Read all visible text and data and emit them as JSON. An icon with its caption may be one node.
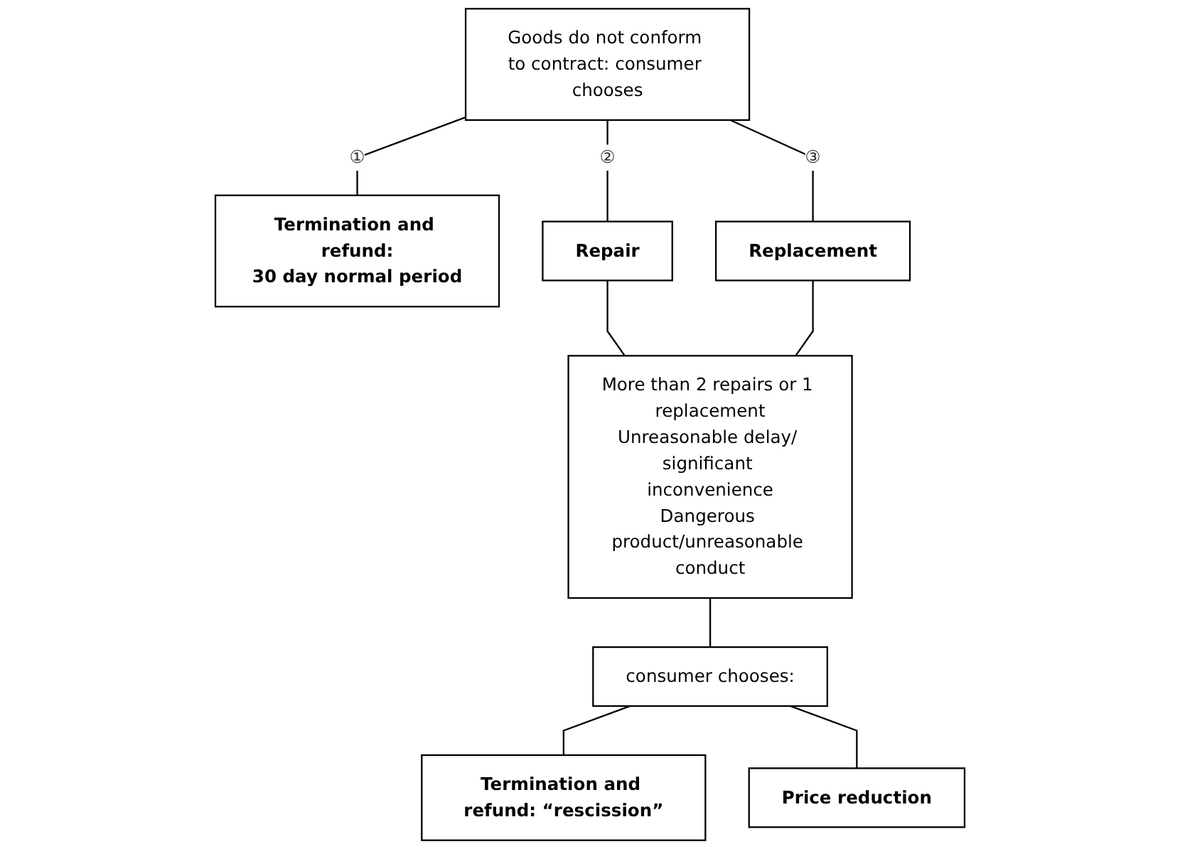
{
  "diagram": {
    "nodes": [
      {
        "text": [
          "Goods do not conform to contract: consumer chooses"
        ]
      },
      {
        "text": [
          "Termination and refund:",
          "30 day normal period"
        ]
      },
      {
        "text": [
          "Repair"
        ]
      },
      {
        "text": [
          "Replacement"
        ]
      },
      {
        "text": [
          "More than 2 repairs or 1 replacement",
          "Unreasonable delay/ significant inconvenience",
          "Dangerous product/unreasonable conduct"
        ]
      },
      {
        "text": [
          "consumer chooses:"
        ]
      },
      {
        "text": [
          "Termination and refund: “rescission”"
        ]
      },
      {
        "text": [
          "Price reduction"
        ]
      }
    ],
    "edges": [
      {
        "from": 0,
        "to": 1,
        "arrow": "none",
        "label": "①"
      },
      {
        "from": 0,
        "to": 2,
        "arrow": "none",
        "label": "②"
      },
      {
        "from": 0,
        "to": 3,
        "arrow": "none",
        "label": "③"
      },
      {
        "from": 2,
        "to": 4,
        "arrow": "none"
      },
      {
        "from": 3,
        "to": 4,
        "arrow": "none"
      },
      {
        "from": 4,
        "to": 5,
        "arrow": "none"
      },
      {
        "from": 5,
        "to": 6,
        "arrow": "none"
      },
      {
        "from": 5,
        "to": 7,
        "arrow": "none"
      }
    ]
  }
}
